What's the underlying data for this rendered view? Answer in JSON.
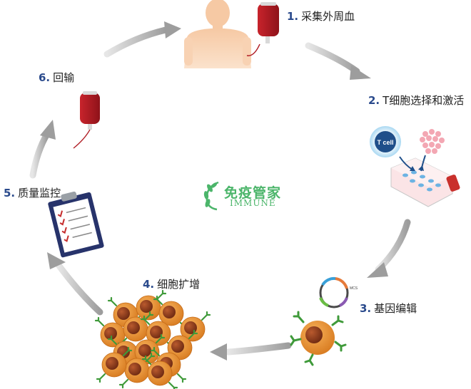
{
  "steps": [
    {
      "num": "1.",
      "label": "采集外周血"
    },
    {
      "num": "2.",
      "label": "T细胞选择和激活"
    },
    {
      "num": "3.",
      "label": "基因编辑"
    },
    {
      "num": "4.",
      "label": "细胞扩增"
    },
    {
      "num": "5.",
      "label": "质量监控"
    },
    {
      "num": "6.",
      "label": "回输"
    }
  ],
  "tcell_label": "T cell",
  "vector_label": "MCS",
  "watermark": {
    "cn": "免疫管家",
    "en": "IMMUNE"
  },
  "colors": {
    "label_number": "#2a4a8c",
    "arrow": "#a9a9a9",
    "watermark": "#4bb56a",
    "blood": "#b01d25",
    "cell_orange": "#e48a2c",
    "cell_nucleus": "#8c3a1e",
    "receptor": "#3f9a3a"
  }
}
